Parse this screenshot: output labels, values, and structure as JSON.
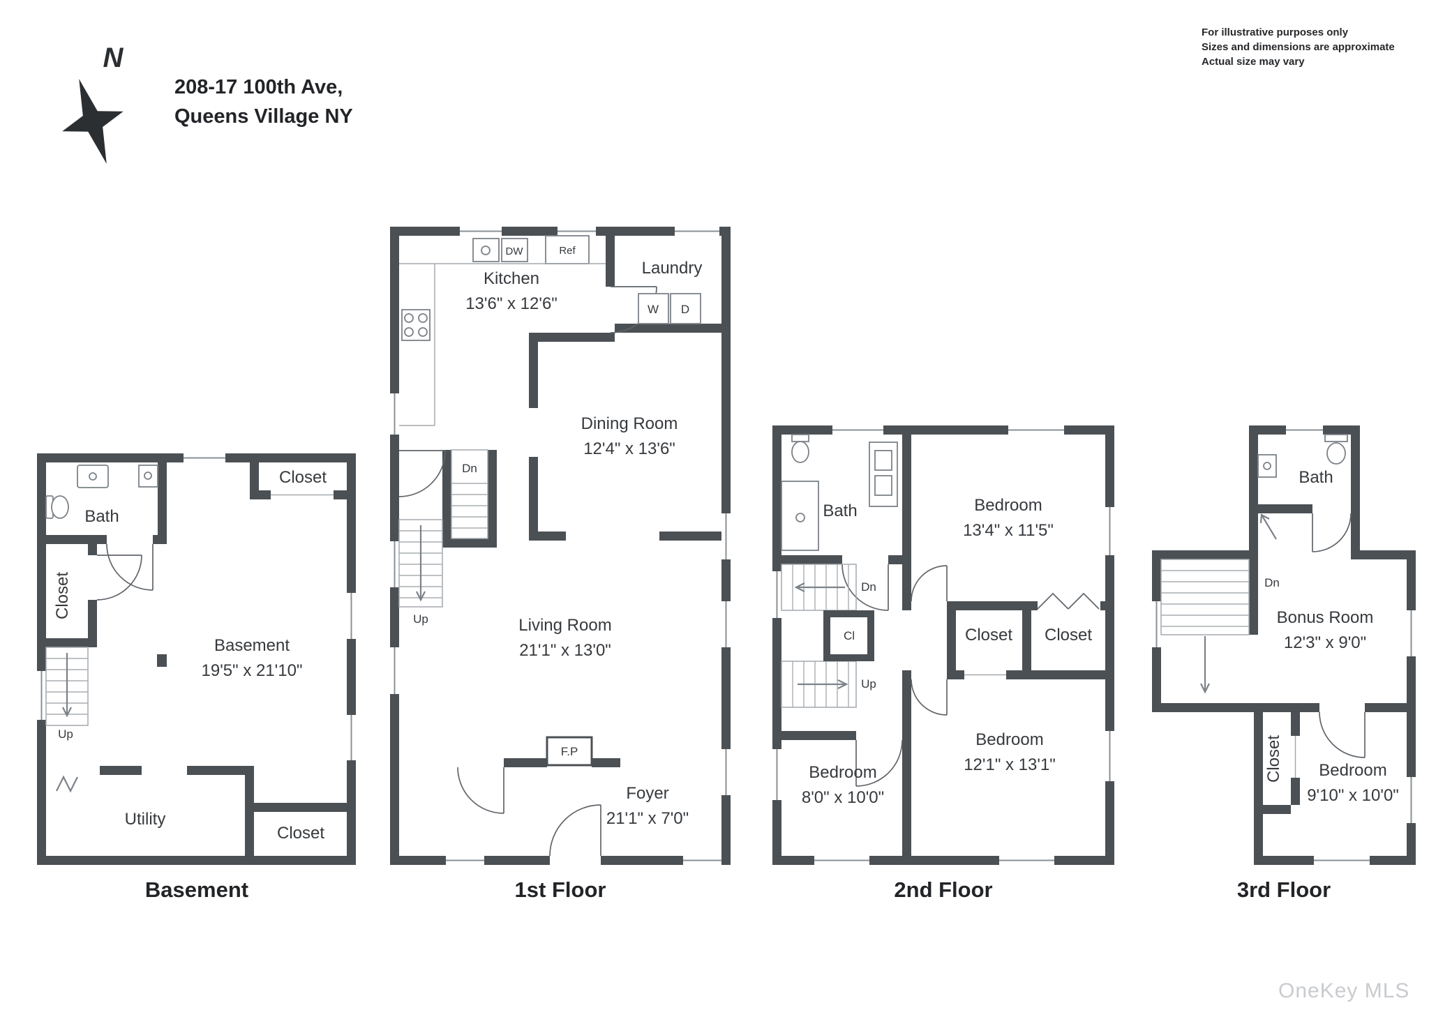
{
  "header": {
    "address_line1": "208-17 100th Ave,",
    "address_line2": "Queens Village NY",
    "compass_label": "N"
  },
  "disclaimer": {
    "line1": "For illustrative purposes only",
    "line2": "Sizes and dimensions are approximate",
    "line3": "Actual size may vary"
  },
  "watermark": "OneKey MLS",
  "colors": {
    "wall": "#4b5055",
    "text": "#36393d",
    "muted": "#c9cbce"
  },
  "floors": {
    "basement": {
      "title": "Basement",
      "rooms": {
        "bath": "Bath",
        "closet_top": "Closet",
        "closet_left": "Closet",
        "main_name": "Basement",
        "main_dims": "19'5\" x 21'10\"",
        "utility": "Utility",
        "closet_bottom": "Closet",
        "up": "Up"
      }
    },
    "first": {
      "title": "1st Floor",
      "rooms": {
        "kitchen_name": "Kitchen",
        "kitchen_dims": "13'6\" x 12'6\"",
        "laundry": "Laundry",
        "dining_name": "Dining Room",
        "dining_dims": "12'4\" x 13'6\"",
        "living_name": "Living Room",
        "living_dims": "21'1\" x 13'0\"",
        "foyer_name": "Foyer",
        "foyer_dims": "21'1\" x 7'0\"",
        "dn": "Dn",
        "up": "Up",
        "washer": "W",
        "dryer": "D",
        "dishwasher": "DW",
        "fridge": "Ref",
        "fireplace": "F.P"
      }
    },
    "second": {
      "title": "2nd Floor",
      "rooms": {
        "bath": "Bath",
        "bedroom1_name": "Bedroom",
        "bedroom1_dims": "13'4\" x 11'5\"",
        "closet_left": "Closet",
        "closet_right": "Closet",
        "cl": "Cl",
        "bedroom2_name": "Bedroom",
        "bedroom2_dims": "8'0\" x 10'0\"",
        "bedroom3_name": "Bedroom",
        "bedroom3_dims": "12'1\" x 13'1\"",
        "dn": "Dn",
        "up": "Up"
      }
    },
    "third": {
      "title": "3rd Floor",
      "rooms": {
        "bath": "Bath",
        "bonus_name": "Bonus Room",
        "bonus_dims": "12'3\" x 9'0\"",
        "closet": "Closet",
        "bedroom_name": "Bedroom",
        "bedroom_dims": "9'10\" x 10'0\"",
        "dn": "Dn"
      }
    }
  }
}
